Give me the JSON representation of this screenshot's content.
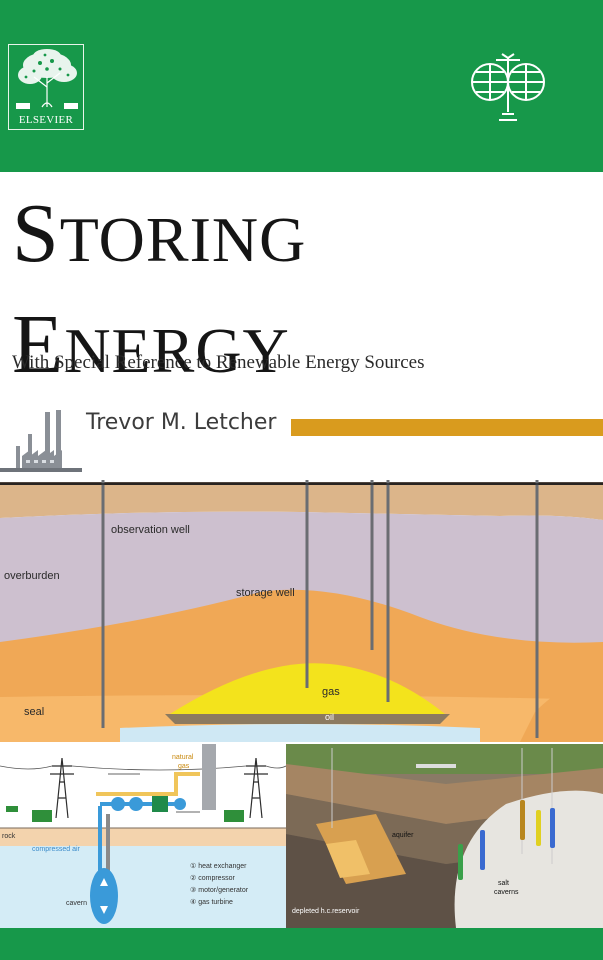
{
  "publisher": {
    "name": "ELSEVIER",
    "band_color": "#17984a"
  },
  "book": {
    "title_line1_initial": "S",
    "title_line1_rest": "TORING",
    "title_line2_initial": "E",
    "title_line2_rest": "NERGY",
    "subtitle": "With Special Reference to Renewable Energy Sources",
    "author": "Trevor M. Letcher",
    "accent_color": "#d99b1e"
  },
  "geology_diagram": {
    "labels": {
      "observation_well": "observation well",
      "overburden": "overburden",
      "storage_well": "storage well",
      "gas": "gas",
      "oil": "oil",
      "seal": "seal"
    }
  },
  "caes_diagram": {
    "labels": {
      "natural_gas_line1": "natural",
      "natural_gas_line2": "gas",
      "rock": "rock",
      "compressed_air": "compressed air",
      "cavern": "cavern",
      "legend": [
        {
          "num": "1",
          "text": "heat exchanger"
        },
        {
          "num": "2",
          "text": "compressor"
        },
        {
          "num": "3",
          "text": "motor/generator"
        },
        {
          "num": "4",
          "text": "gas turbine"
        }
      ]
    }
  },
  "reservoir_diagram": {
    "labels": {
      "aquifer": "aquifer",
      "salt_caverns_line1": "salt",
      "salt_caverns_line2": "caverns",
      "depleted_reservoir": "depleted h.c.reservoir"
    }
  }
}
